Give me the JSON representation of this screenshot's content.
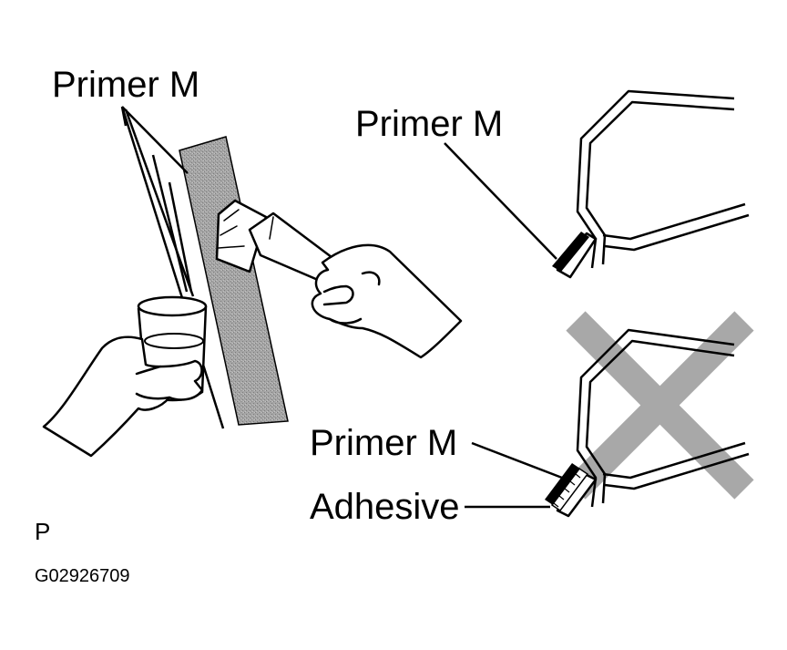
{
  "labels": {
    "primer_left": "Primer M",
    "primer_top_right": "Primer M",
    "primer_bottom_right": "Primer M",
    "adhesive": "Adhesive"
  },
  "corner": {
    "letter": "P",
    "figure_code": "G02926709"
  },
  "colors": {
    "line": "#000000",
    "background": "#ffffff",
    "primer_shading": "#9a9a9a",
    "wrong_mark": "#a8a8a8"
  },
  "icons": {
    "wrong_mark": "cross-x-mark"
  }
}
